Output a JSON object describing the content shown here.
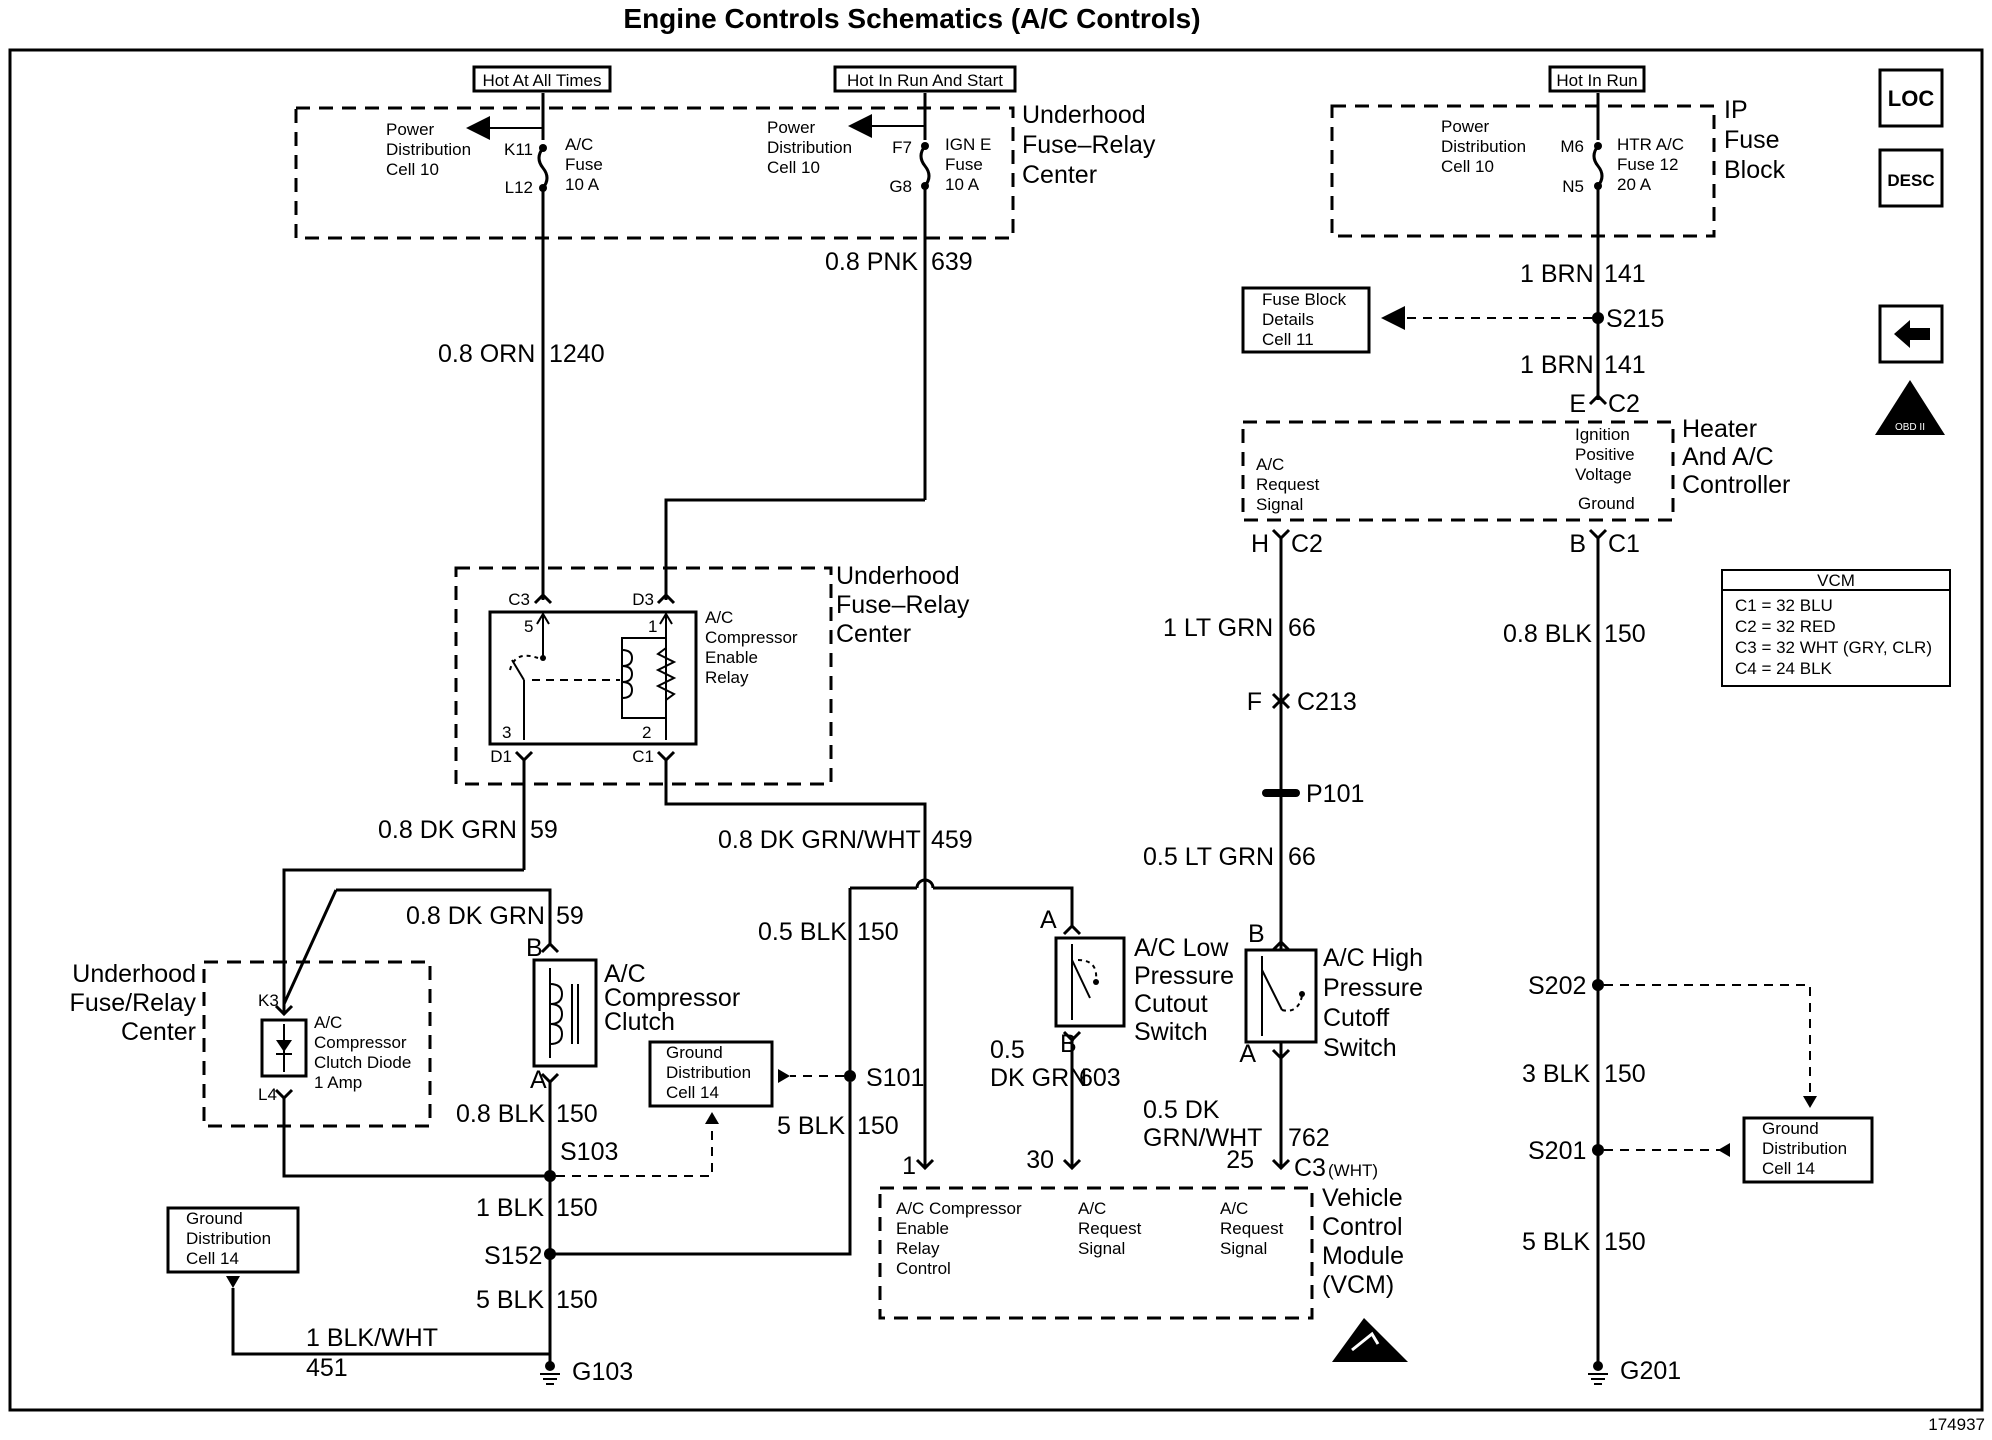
{
  "title": "Engine Controls Schematics (A/C Controls)",
  "figure_id": "174937",
  "nav": {
    "loc_label": "LOC",
    "desc_label": "DESC",
    "back_icon": "left-arrow-icon",
    "obd_label": "OBD II"
  },
  "hot_labels": {
    "always": "Hot At All Times",
    "run_start": "Hot In Run And Start",
    "run": "Hot In Run"
  },
  "fuse_relay_center_top": {
    "title_1": "Underhood",
    "title_2": "Fuse–Relay",
    "title_3": "Center",
    "pd_left": [
      "Power",
      "Distribution",
      "Cell 10"
    ],
    "pd_right": [
      "Power",
      "Distribution",
      "Cell 10"
    ],
    "fuse_ac": {
      "top_pin": "K11",
      "bottom_pin": "L12",
      "label": [
        "A/C",
        "Fuse",
        "10 A"
      ]
    },
    "fuse_ign": {
      "top_pin": "F7",
      "bottom_pin": "G8",
      "label": [
        "IGN E",
        "Fuse",
        "10 A"
      ]
    }
  },
  "ip_fuse_block": {
    "title": [
      "IP",
      "Fuse",
      "Block"
    ],
    "pd": [
      "Power",
      "Distribution",
      "Cell 10"
    ],
    "top_pin": "M6",
    "bottom_pin": "N5",
    "fuse_label": [
      "HTR A/C",
      "Fuse 12",
      "20 A"
    ]
  },
  "wires": {
    "w1240": {
      "gauge": "0.8 ORN",
      "circuit": "1240"
    },
    "w639": {
      "gauge": "0.8 PNK",
      "circuit": "639"
    },
    "w141a": {
      "gauge": "1 BRN",
      "circuit": "141"
    },
    "w141b": {
      "gauge": "1 BRN",
      "circuit": "141"
    },
    "w59a": {
      "gauge": "0.8 DK GRN",
      "circuit": "59"
    },
    "w59b": {
      "gauge": "0.8 DK GRN",
      "circuit": "59"
    },
    "w459": {
      "gauge": "0.8 DK GRN/WHT",
      "circuit": "459"
    },
    "w150a": {
      "gauge": "0.5 BLK",
      "circuit": "150"
    },
    "w150b": {
      "gauge": "0.8 BLK",
      "circuit": "150"
    },
    "w150c": {
      "gauge": "5 BLK",
      "circuit": "150"
    },
    "w150d": {
      "gauge": "1 BLK",
      "circuit": "150"
    },
    "w150e": {
      "gauge": "5 BLK",
      "circuit": "150"
    },
    "w451": {
      "gauge": "1 BLK/WHT",
      "circuit": "451"
    },
    "w66a": {
      "gauge": "1 LT GRN",
      "circuit": "66"
    },
    "w66b": {
      "gauge": "0.5 LT GRN",
      "circuit": "66"
    },
    "w603": {
      "gauge_1": "0.5",
      "gauge_2": "DK GRN",
      "circuit": "603"
    },
    "w762": {
      "gauge_1": "0.5 DK",
      "gauge_2": "GRN/WHT",
      "circuit": "762"
    },
    "w150r1": {
      "gauge": "0.8 BLK",
      "circuit": "150"
    },
    "w150r2": {
      "gauge": "3 BLK",
      "circuit": "150"
    },
    "w150r3": {
      "gauge": "5 BLK",
      "circuit": "150"
    }
  },
  "splices": {
    "s215": "S215",
    "s101": "S101",
    "s103": "S103",
    "s152": "S152",
    "s202": "S202",
    "s201": "S201"
  },
  "grounds": {
    "g103": "G103",
    "g201": "G201"
  },
  "connectors": {
    "c2_top": {
      "pin": "E",
      "name": "C2"
    },
    "c2_bot": {
      "pin": "H",
      "name": "C2"
    },
    "c1_bot": {
      "pin": "B",
      "name": "C1"
    },
    "c213": {
      "pin": "F",
      "name": "C213"
    },
    "p101": "P101",
    "relay_c3": "C3",
    "relay_d3": "D3",
    "relay_d1": "D1",
    "relay_c1": "C1",
    "vcm_c3": {
      "pin": "25",
      "name": "C3",
      "color": "(WHT)"
    },
    "vcm_pin1": "1",
    "vcm_pin30": "30"
  },
  "references": {
    "fuse_block_details": [
      "Fuse Block",
      "Details",
      "Cell 11"
    ],
    "ground_dist_1": [
      "Ground",
      "Distribution",
      "Cell 14"
    ],
    "ground_dist_2": [
      "Ground",
      "Distribution",
      "Cell 14"
    ],
    "ground_dist_3": [
      "Ground",
      "Distribution",
      "Cell 14"
    ]
  },
  "heater_controller": {
    "title": [
      "Heater",
      "And A/C",
      "Controller"
    ],
    "left_label": [
      "A/C",
      "Request",
      "Signal"
    ],
    "right_label": [
      "Ignition",
      "Positive",
      "Voltage"
    ],
    "ground_label": "Ground"
  },
  "relay": {
    "center_title": [
      "Underhood",
      "Fuse–Relay",
      "Center"
    ],
    "label": [
      "A/C",
      "Compressor",
      "Enable",
      "Relay"
    ],
    "pins": {
      "p5": "5",
      "p1": "1",
      "p3": "3",
      "p2": "2"
    }
  },
  "diode_center": {
    "title": [
      "Underhood",
      "Fuse/Relay",
      "Center"
    ],
    "label": [
      "A/C",
      "Compressor",
      "Clutch Diode",
      "1 Amp"
    ],
    "pin_top": "K3",
    "pin_bot": "L4"
  },
  "clutch": {
    "label": [
      "A/C",
      "Compressor",
      "Clutch"
    ],
    "pin_b": "B",
    "pin_a": "A"
  },
  "low_switch": {
    "label": [
      "A/C Low",
      "Pressure",
      "Cutout",
      "Switch"
    ],
    "pin_a": "A",
    "pin_b": "B"
  },
  "high_switch": {
    "label": [
      "A/C High",
      "Pressure",
      "Cutoff",
      "Switch"
    ],
    "pin_b": "B",
    "pin_a": "A"
  },
  "vcm": {
    "title": [
      "Vehicle",
      "Control",
      "Module",
      "(VCM)"
    ],
    "col1": [
      "A/C Compressor",
      "Enable",
      "Relay",
      "Control"
    ],
    "col2": [
      "A/C",
      "Request",
      "Signal"
    ],
    "col3": [
      "A/C",
      "Request",
      "Signal"
    ],
    "esd_icon": "esd-warning-icon"
  },
  "vcm_legend": {
    "title": "VCM",
    "rows": [
      "C1 = 32 BLU",
      "C2 = 32 RED",
      "C3 = 32 WHT (GRY, CLR)",
      "C4 = 24 BLK"
    ]
  }
}
